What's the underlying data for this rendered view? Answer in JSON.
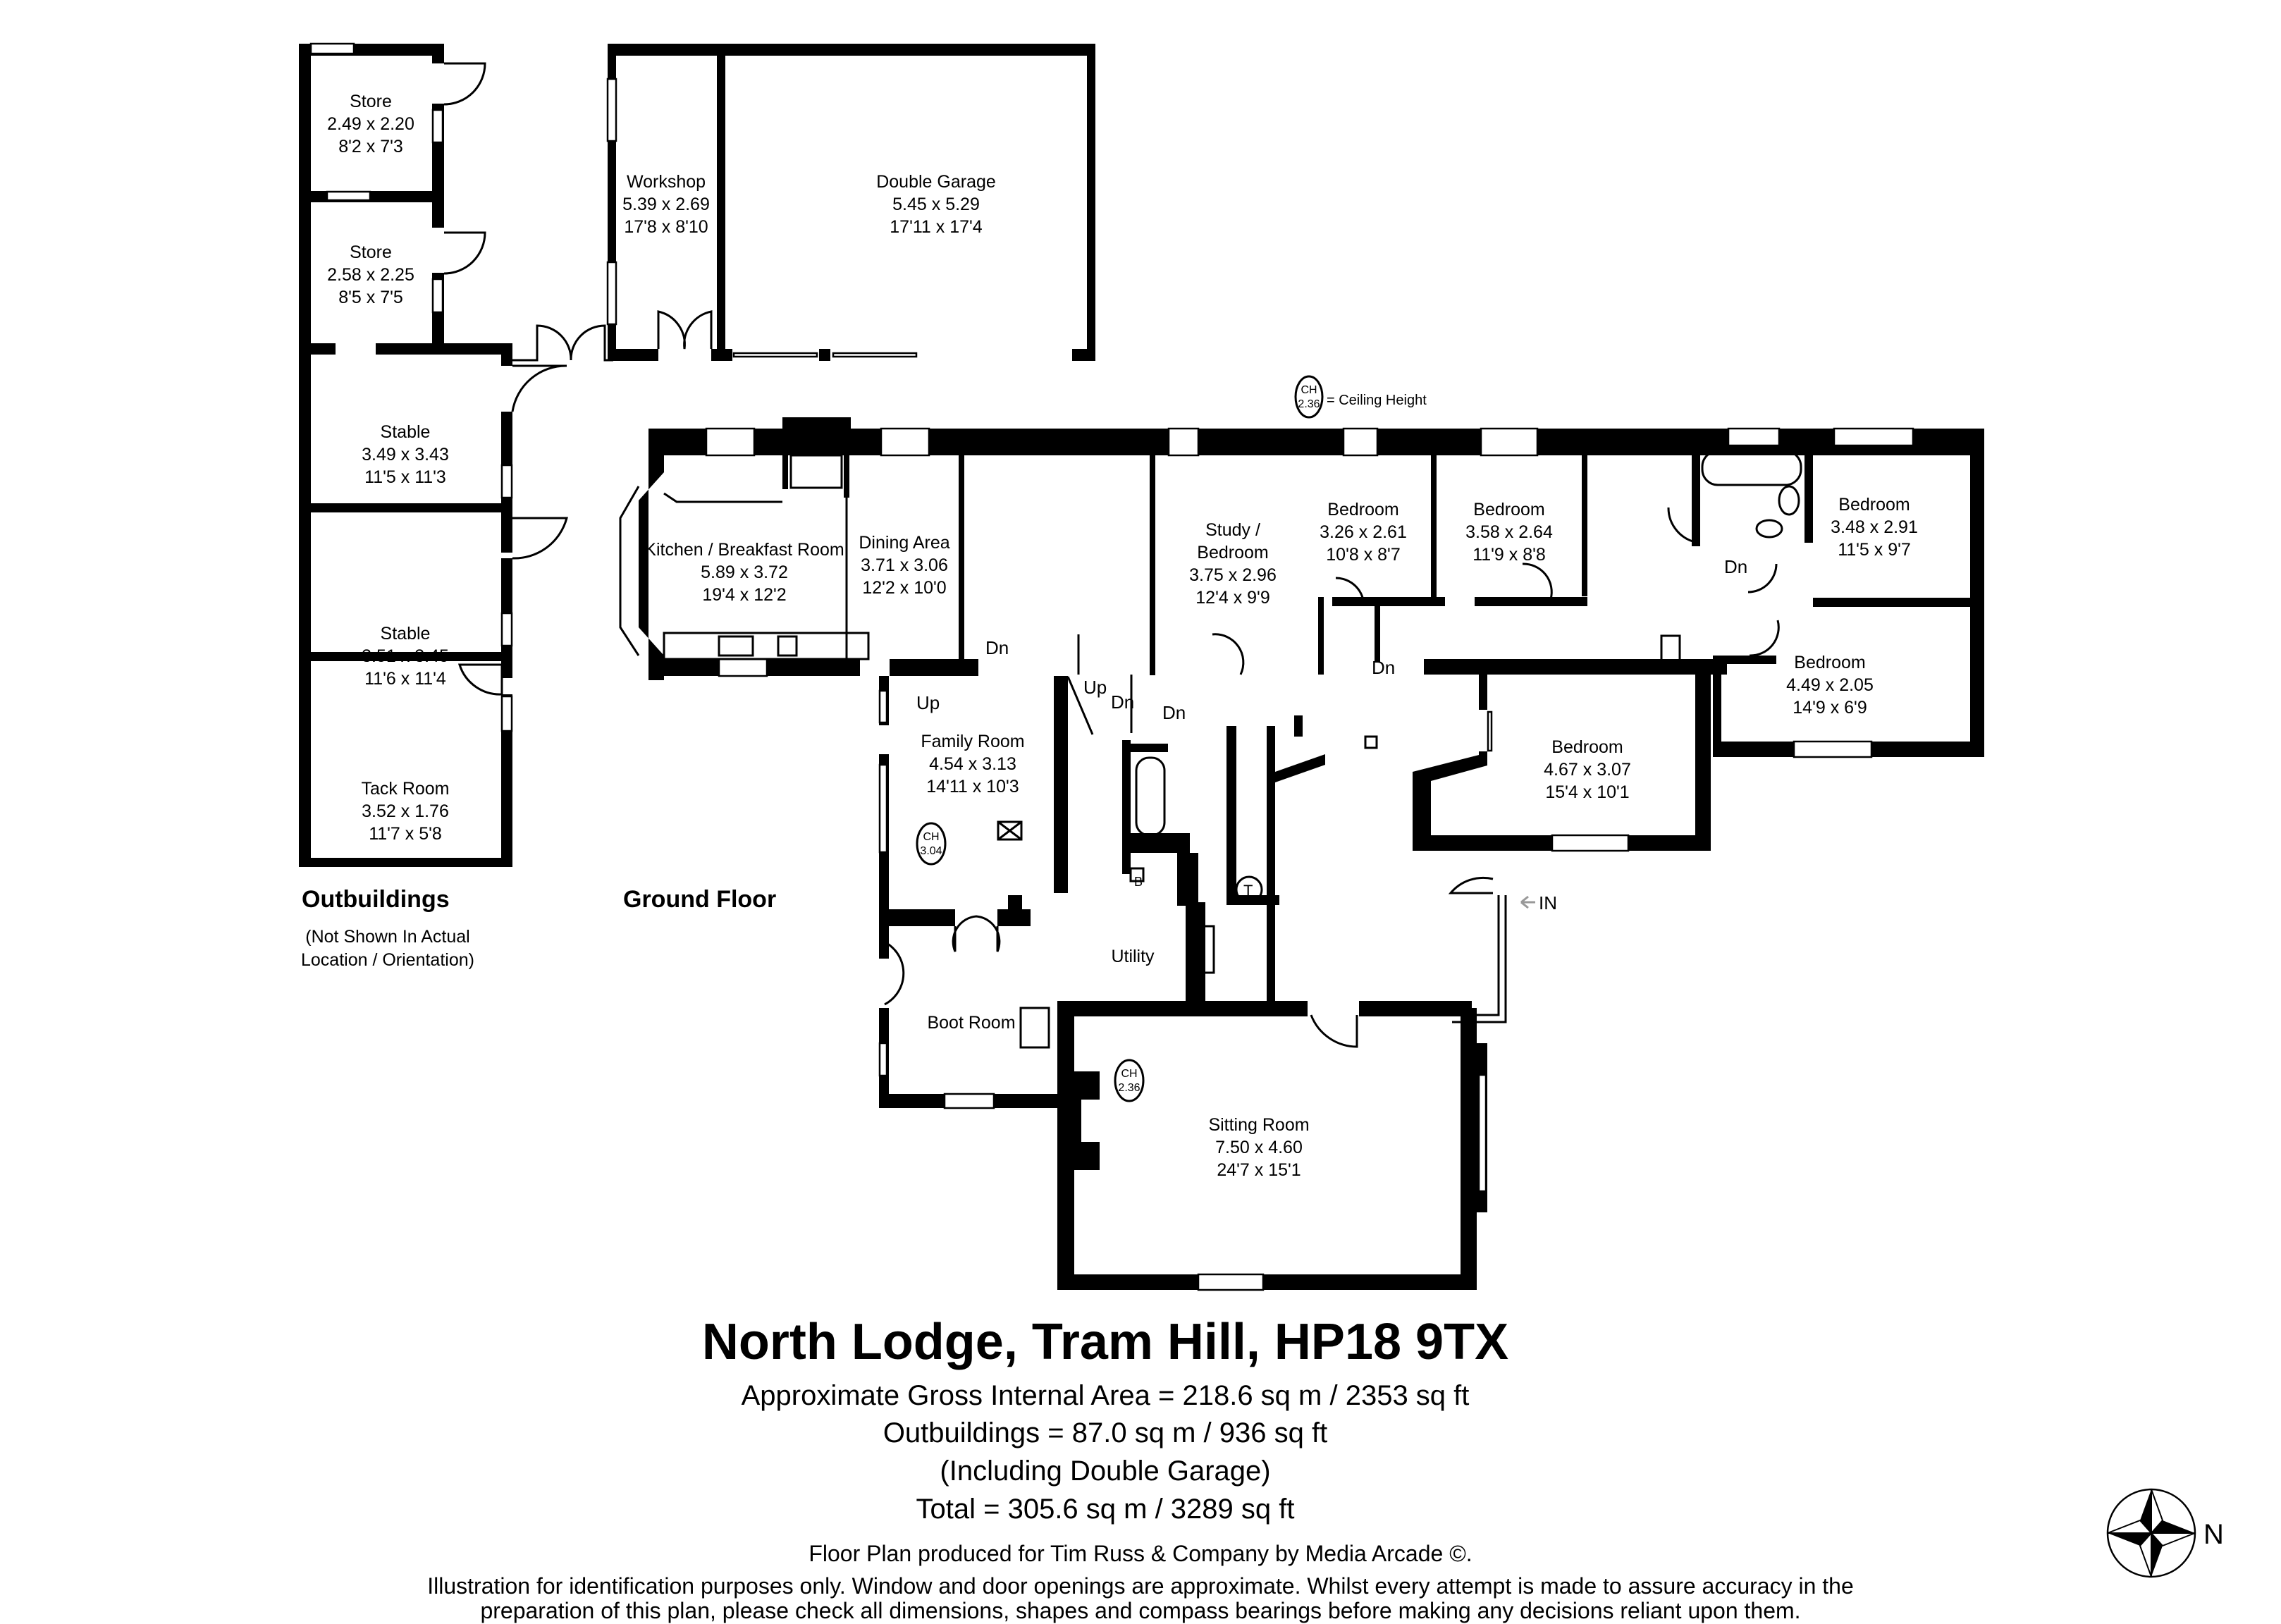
{
  "legend": {
    "ch_abbrev": "CH",
    "ch_value": "2.36",
    "ch_meaning": "= Ceiling Height"
  },
  "sections": {
    "outbuildings": "Outbuildings",
    "outbuildings_note_1": "(Not Shown In Actual",
    "outbuildings_note_2": "Location / Orientation)",
    "ground_floor": "Ground Floor"
  },
  "outbuildings": [
    {
      "name": "Store",
      "metric": "2.49 x 2.20",
      "imperial": "8'2 x 7'3"
    },
    {
      "name": "Store",
      "metric": "2.58 x 2.25",
      "imperial": "8'5 x 7'5"
    },
    {
      "name": "Stable",
      "metric": "3.49 x 3.43",
      "imperial": "11'5 x 11'3"
    },
    {
      "name": "Stable",
      "metric": "3.51 x 3.45",
      "imperial": "11'6 x 11'4"
    },
    {
      "name": "Tack Room",
      "metric": "3.52 x 1.76",
      "imperial": "11'7 x 5'8"
    },
    {
      "name": "Workshop",
      "metric": "5.39 x 2.69",
      "imperial": "17'8 x 8'10"
    },
    {
      "name": "Double Garage",
      "metric": "5.45 x 5.29",
      "imperial": "17'11 x 17'4"
    }
  ],
  "rooms": {
    "kitchen": {
      "name": "Kitchen / Breakfast Room",
      "metric": "5.89 x 3.72",
      "imperial": "19'4 x 12'2"
    },
    "dining": {
      "name": "Dining Area",
      "metric": "3.71 x 3.06",
      "imperial": "12'2 x 10'0"
    },
    "study": {
      "name_1": "Study /",
      "name_2": "Bedroom",
      "metric": "3.75 x 2.96",
      "imperial": "12'4 x 9'9"
    },
    "bedroom_a": {
      "name": "Bedroom",
      "metric": "3.26 x 2.61",
      "imperial": "10'8 x 8'7"
    },
    "bedroom_b": {
      "name": "Bedroom",
      "metric": "3.58 x 2.64",
      "imperial": "11'9 x 8'8"
    },
    "bedroom_c": {
      "name": "Bedroom",
      "metric": "3.48 x 2.91",
      "imperial": "11'5 x 9'7"
    },
    "bedroom_d": {
      "name": "Bedroom",
      "metric": "4.49 x 2.05",
      "imperial": "14'9 x 6'9"
    },
    "bedroom_e": {
      "name": "Bedroom",
      "metric": "4.67 x 3.07",
      "imperial": "15'4 x 10'1"
    },
    "family": {
      "name": "Family Room",
      "metric": "4.54 x 3.13",
      "imperial": "14'11 x 10'3",
      "ch": "3.04"
    },
    "utility": {
      "name": "Utility"
    },
    "boot": {
      "name": "Boot Room"
    },
    "sitting": {
      "name": "Sitting Room",
      "metric": "7.50 x 4.60",
      "imperial": "24'7 x 15'1",
      "ch": "2.36"
    }
  },
  "markers": {
    "up": "Up",
    "dn": "Dn",
    "in": "IN",
    "boiler": "B",
    "tank": "T"
  },
  "title": "North Lodge, Tram Hill, HP18 9TX",
  "summary": {
    "line1": "Approximate Gross Internal Area = 218.6 sq m / 2353 sq ft",
    "line2": "Outbuildings = 87.0 sq m / 936 sq ft",
    "line3": "(Including Double Garage)",
    "line4": "Total = 305.6 sq m / 3289 sq ft"
  },
  "footer": {
    "credit": "Floor Plan produced for Tim Russ & Company by Media Arcade ©.",
    "disclaimer1": "Illustration for identification purposes only. Window and door openings are approximate. Whilst every attempt is made to assure accuracy in the",
    "disclaimer2": "preparation of this plan, please check all dimensions, shapes and compass bearings before making any decisions reliant upon them."
  },
  "compass": {
    "label": "N"
  }
}
